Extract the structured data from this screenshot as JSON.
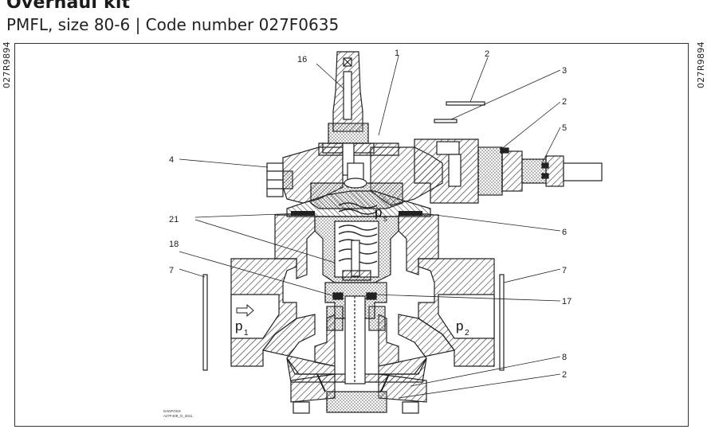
{
  "header": {
    "title": "Overhaul kit",
    "subtitle": "PMFL, size 80-6 | Code number 027F0635"
  },
  "side_codes": {
    "left": "027R9894",
    "right": "027R9894"
  },
  "callouts": [
    "16",
    "1",
    "2",
    "3",
    "2",
    "5",
    "4",
    "21",
    "6",
    "18",
    "7",
    "7",
    "17",
    "8",
    "2"
  ],
  "pressure_labels": {
    "p1": "p",
    "p1_sub": "1",
    "p2": "p",
    "p2_sub": "2",
    "ps": "p",
    "ps_sub": "s"
  },
  "drawing_ref": {
    "line1": "DANFOSS",
    "line2": "A27F409_O_2011"
  },
  "colors": {
    "ink": "#1a1a1a",
    "hatch": "#3a3a3a",
    "frame": "#333333"
  }
}
